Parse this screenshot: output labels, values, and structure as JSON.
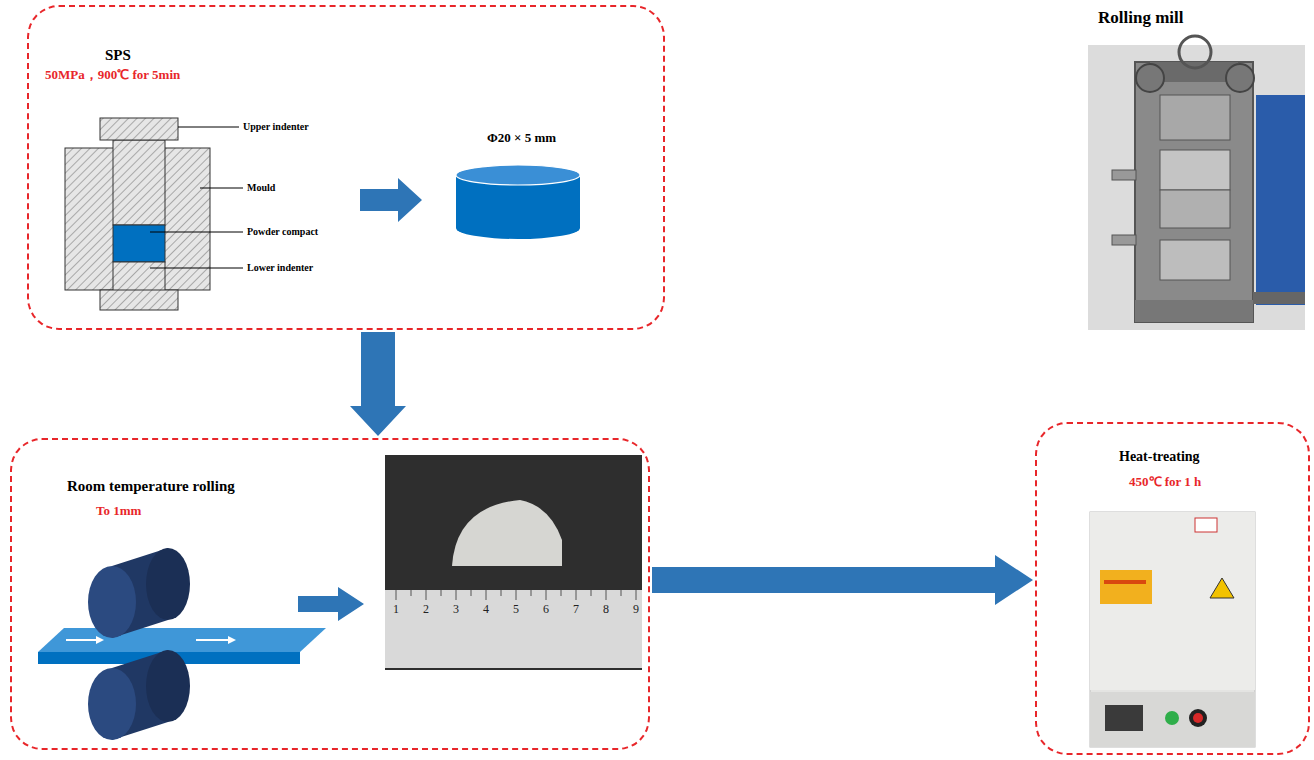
{
  "diagram": {
    "nodes": [
      {
        "text": [
          "SPS",
          "50MPa，900℃ for 5min"
        ]
      },
      {
        "text": [
          "Room temperature rolling",
          "To 1mm"
        ]
      },
      {
        "text": [
          "Heat-treating",
          "450℃ for 1 h"
        ]
      }
    ],
    "edges": [
      {
        "from": 0,
        "to": 1,
        "arrow": "to"
      },
      {
        "from": 1,
        "to": 2,
        "arrow": "to"
      }
    ],
    "labels": [
      "Rolling mill",
      "Φ20 × 5 mm",
      "Upper indenter",
      "Mould",
      "Powder compact",
      "Lower indenter",
      "1",
      "2",
      "3",
      "4",
      "5",
      "6",
      "7",
      "8",
      "9"
    ]
  }
}
